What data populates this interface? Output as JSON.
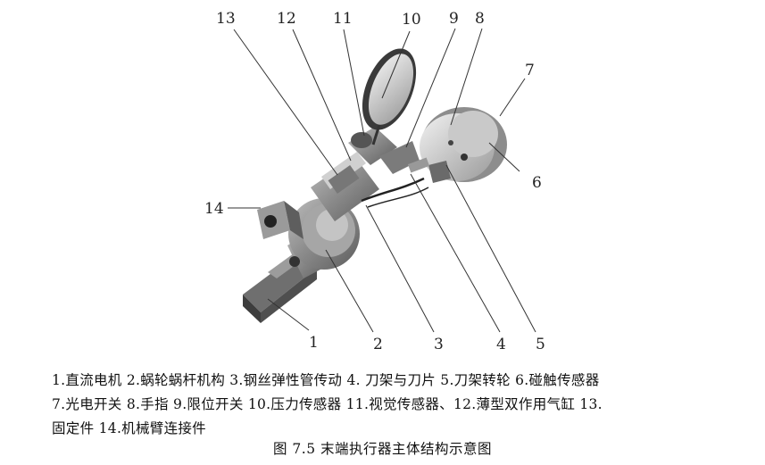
{
  "figure": {
    "callouts": [
      "13",
      "12",
      "11",
      "10",
      "9",
      "8",
      "7",
      "6",
      "14",
      "1",
      "2",
      "3",
      "4",
      "5"
    ]
  },
  "legend": {
    "line1": "1.直流电机 2.蜗轮蜗杆机构 3.钢丝弹性管传动 4. 刀架与刀片 5.刀架转轮 6.碰触传感器",
    "line2": "7.光电开关 8.手指 9.限位开关 10.压力传感器 11.视觉传感器、12.薄型双作用气缸 13.",
    "line3": "固定件 14.机械臂连接件"
  },
  "caption": "图 7.5 末端执行器主体结构示意图"
}
